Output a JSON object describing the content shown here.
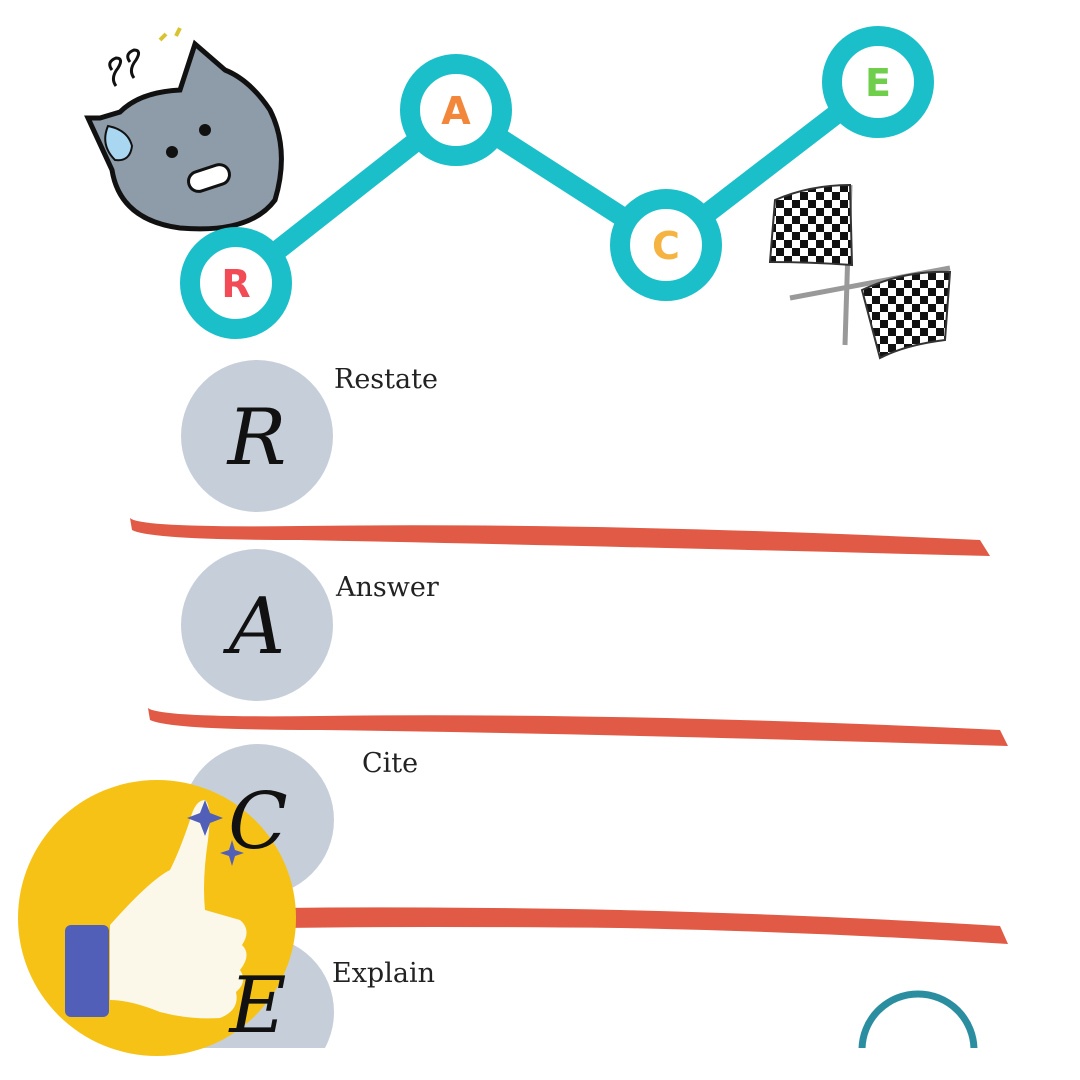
{
  "race_path": {
    "nodes": [
      {
        "letter": "R",
        "color": "#f24b55"
      },
      {
        "letter": "A",
        "color": "#f2873b"
      },
      {
        "letter": "C",
        "color": "#f5b342"
      },
      {
        "letter": "E",
        "color": "#6fce4b"
      }
    ],
    "ring_color": "#1bbfc9"
  },
  "steps": [
    {
      "letter": "R",
      "label": "Restate"
    },
    {
      "letter": "A",
      "label": "Answer"
    },
    {
      "letter": "C",
      "label": "Cite"
    },
    {
      "letter": "E",
      "label": "Explain"
    }
  ],
  "colors": {
    "divider": "#e05a45",
    "step_circle": "#c6cfd9",
    "badge": "#f6c215",
    "cuff": "#525fb8",
    "hand": "#fbf8ea"
  }
}
